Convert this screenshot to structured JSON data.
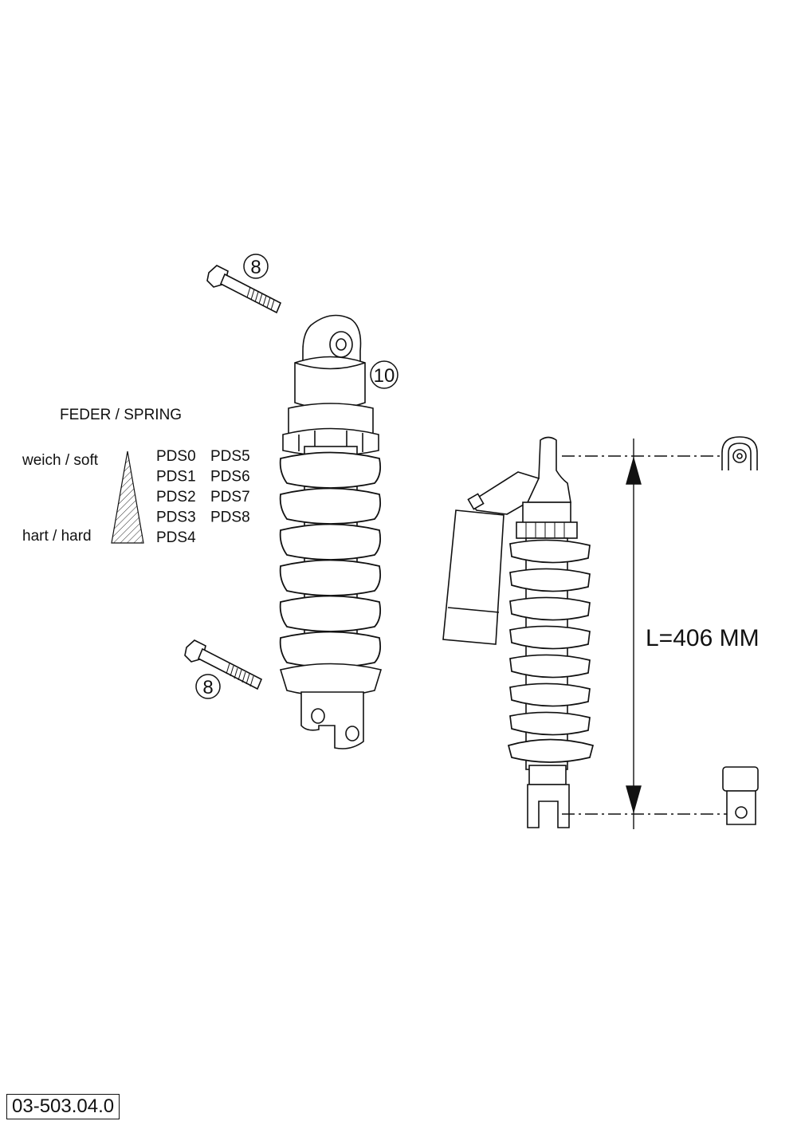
{
  "callouts": {
    "bolt_top": "8",
    "bolt_bottom": "8",
    "shock": "10"
  },
  "spring_legend": {
    "title": "FEDER / SPRING",
    "soft_label": "weich / soft",
    "hard_label": "hart / hard",
    "col1": [
      "PDS0",
      "PDS1",
      "PDS2",
      "PDS3",
      "PDS4"
    ],
    "col2": [
      "PDS5",
      "PDS6",
      "PDS7",
      "PDS8"
    ]
  },
  "dimension": {
    "label": "L=406 MM"
  },
  "footer": {
    "code": "03-503.04.0"
  }
}
